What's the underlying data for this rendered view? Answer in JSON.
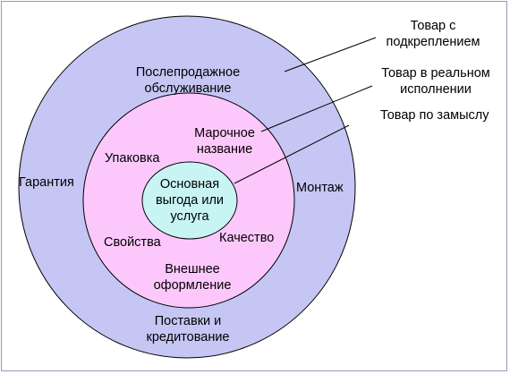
{
  "colors": {
    "outer_ring": "#c6c6f4",
    "middle_ring": "#fcc8fc",
    "core": "#c8f4f4",
    "stroke": "#000000",
    "frame": "#9999bb"
  },
  "rings": {
    "outer": {
      "legend": [
        "Товар с",
        "подкреплением"
      ],
      "items": {
        "top": [
          "Послепродажное",
          "обслуживание"
        ],
        "left": "Гарантия",
        "right": "Монтаж",
        "bottom": [
          "Поставки и",
          "кредитование"
        ]
      }
    },
    "middle": {
      "legend": [
        "Товар в реальном",
        "исполнении"
      ],
      "items": {
        "brand": [
          "Марочное",
          "название"
        ],
        "packaging": "Упаковка",
        "properties": "Свойства",
        "quality": "Качество",
        "design": [
          "Внешнее",
          "оформление"
        ]
      }
    },
    "core": {
      "legend": "Товар по замыслу",
      "text": [
        "Основная",
        "выгода или",
        "услуга"
      ]
    }
  }
}
